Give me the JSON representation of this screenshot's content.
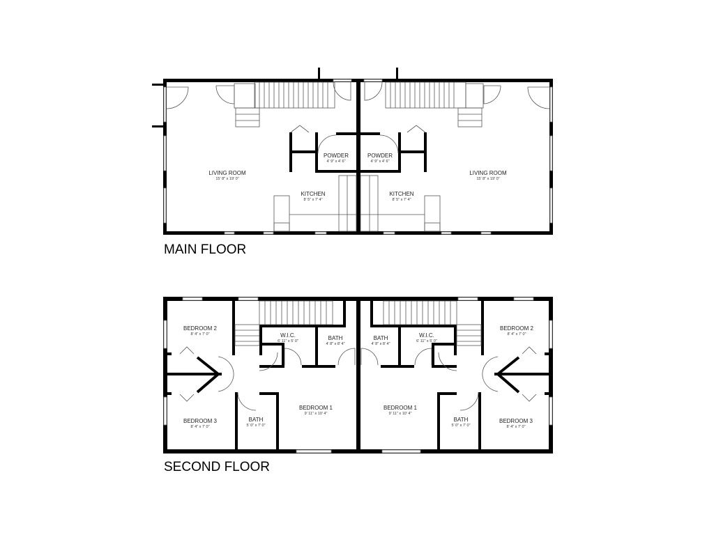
{
  "floors": [
    {
      "title": "MAIN FLOOR",
      "units": [
        {
          "side": "left",
          "rooms": [
            {
              "name": "LIVING ROOM",
              "dim": "15' 8\" x 19' 0\""
            },
            {
              "name": "POWDER",
              "dim": "4' 9\" x 4' 6\""
            },
            {
              "name": "KITCHEN",
              "dim": "8' 5\" x 7' 4\""
            }
          ]
        },
        {
          "side": "right",
          "rooms": [
            {
              "name": "LIVING ROOM",
              "dim": "15' 8\" x 19' 0\""
            },
            {
              "name": "POWDER",
              "dim": "4' 9\" x 4' 6\""
            },
            {
              "name": "KITCHEN",
              "dim": "8' 5\" x 7' 4\""
            }
          ]
        }
      ]
    },
    {
      "title": "SECOND FLOOR",
      "units": [
        {
          "side": "left",
          "rooms": [
            {
              "name": "BEDROOM 2",
              "dim": "8' 4\" x 7' 0\""
            },
            {
              "name": "W.I.C.",
              "dim": "6' 11\" x 5' 0\""
            },
            {
              "name": "BATH",
              "dim": "4' 8\" x 8' 4\""
            },
            {
              "name": "BEDROOM 1",
              "dim": "9' 11\" x 10' 4\""
            },
            {
              "name": "BATH",
              "dim": "5' 0\" x 7' 0\""
            },
            {
              "name": "BEDROOM 3",
              "dim": "8' 4\" x 7' 0\""
            }
          ]
        },
        {
          "side": "right",
          "rooms": [
            {
              "name": "BATH",
              "dim": "4' 8\" x 8' 4\""
            },
            {
              "name": "W.I.C.",
              "dim": "6' 11\" x 5' 0\""
            },
            {
              "name": "BEDROOM 2",
              "dim": "8' 4\" x 7' 0\""
            },
            {
              "name": "BEDROOM 1",
              "dim": "9' 11\" x 10' 4\""
            },
            {
              "name": "BATH",
              "dim": "5' 0\" x 7' 0\""
            },
            {
              "name": "BEDROOM 3",
              "dim": "8' 4\" x 7' 0\""
            }
          ]
        }
      ]
    }
  ],
  "colors": {
    "wall": "#000000",
    "background": "#ffffff",
    "fixture_line": "#555555"
  }
}
